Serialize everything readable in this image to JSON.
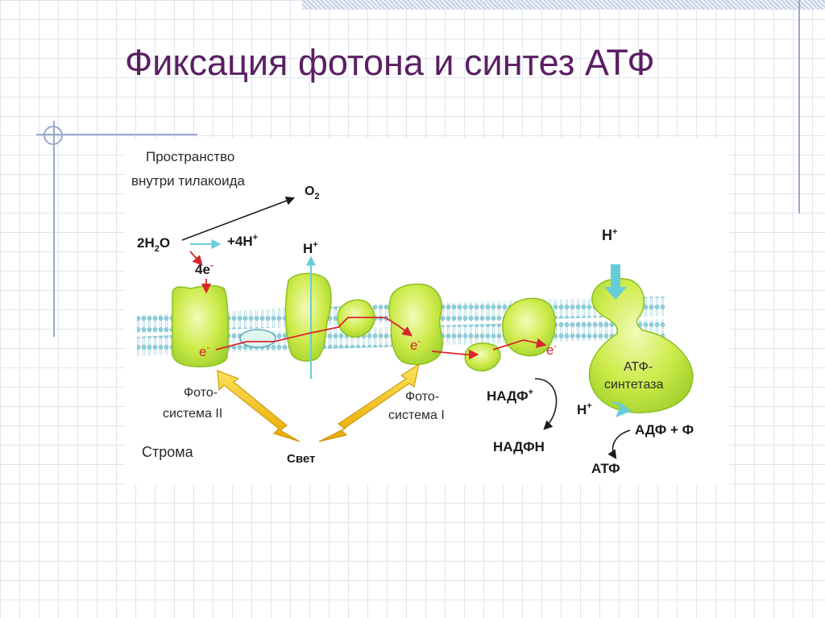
{
  "title": "Фиксация фотона и синтез АТФ",
  "diagram": {
    "lumen_label_line1": "Пространство",
    "lumen_label_line2": "внутри тилакоида",
    "o2": "O",
    "o2_sub": "2",
    "water_prefix": "2H",
    "water_sub": "2",
    "water_suffix": "O",
    "protons_4h": "+4H",
    "protons_sup": "+",
    "electrons_4e": "4e",
    "electron_sup": "-",
    "h_plus_top": "H",
    "h_plus_sup": "+",
    "h_plus_synthase_top": "H",
    "h_plus_synthase_bottom": "H",
    "electron_e": "e",
    "ps2_line1": "Фото-",
    "ps2_line2": "система II",
    "ps1_line1": "Фото-",
    "ps1_line2": "система I",
    "stroma": "Строма",
    "light": "Свет",
    "nadp": "НАДФ",
    "nadp_sup": "+",
    "nadph": "НАДФН",
    "synthase_line1": "АТФ-",
    "synthase_line2": "синтетаза",
    "adp_plus_p": "АДФ + Ф",
    "atp": "АТФ"
  },
  "colors": {
    "title": "#5b1f63",
    "membrane": "#7fc6d4",
    "protein_fill": "#c6ea3c",
    "protein_light": "#eaf8a8",
    "electron_path": "#d8262e",
    "light_bolt": "#f2c500",
    "proton_arrow": "#66ccd8"
  }
}
